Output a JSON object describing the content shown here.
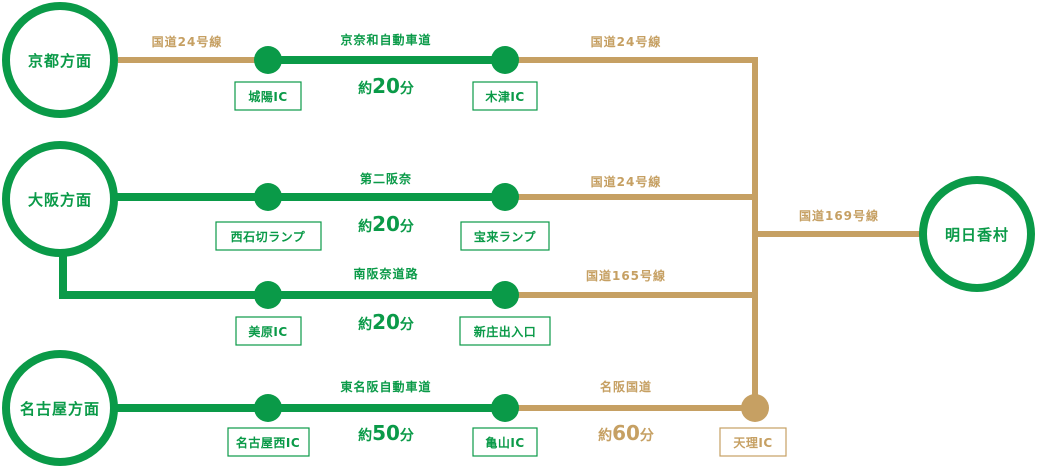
{
  "colors": {
    "expressway": "#0a9a48",
    "national_road": "#c6a063",
    "text_on_white": "#0a9a48"
  },
  "origins": {
    "kyoto": "京都方面",
    "osaka": "大阪方面",
    "nagoya": "名古屋方面"
  },
  "destination": "明日香村",
  "routes": {
    "kyoto": {
      "road_left": "国道24号線",
      "expressway": "京奈和自動車道",
      "time_prefix": "約",
      "time_value": "20",
      "time_unit": "分",
      "ic_in": "城陽IC",
      "ic_out": "木津IC",
      "road_right": "国道24号線"
    },
    "osaka1": {
      "expressway": "第二阪奈",
      "time_prefix": "約",
      "time_value": "20",
      "time_unit": "分",
      "ic_in": "西石切ランプ",
      "ic_out": "宝来ランプ",
      "road_right": "国道24号線"
    },
    "osaka2": {
      "expressway": "南阪奈道路",
      "time_prefix": "約",
      "time_value": "20",
      "time_unit": "分",
      "ic_in": "美原IC",
      "ic_out": "新庄出入口",
      "road_right": "国道165号線"
    },
    "nagoya": {
      "expressway": "東名阪自動車道",
      "time_prefix": "約",
      "time_value": "50",
      "time_unit": "分",
      "ic_in": "名古屋西IC",
      "ic_out": "亀山IC",
      "road_right": "名阪国道",
      "road_right_time_prefix": "約",
      "road_right_time_value": "60",
      "road_right_time_unit": "分"
    }
  },
  "junction": {
    "tenri_ic": "天理IC"
  },
  "trunk_road": "国道169号線"
}
